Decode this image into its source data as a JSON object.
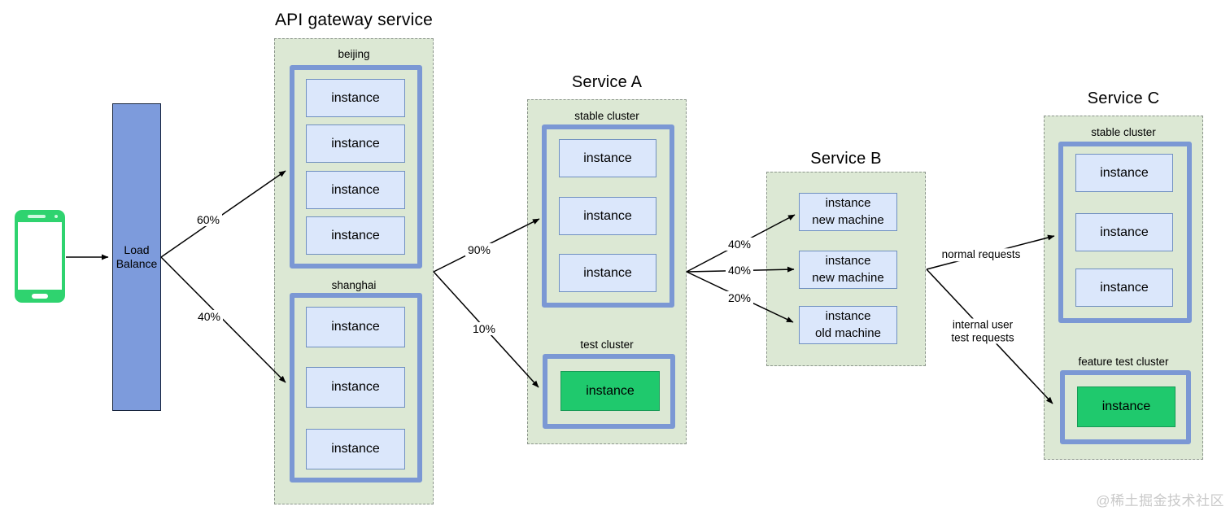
{
  "client": {
    "icon": "mobile-phone-icon"
  },
  "load_balancer": {
    "label": "Load Balance"
  },
  "api_gateway": {
    "title": "API gateway service",
    "clusters": [
      {
        "label": "beijing",
        "instances": [
          "instance",
          "instance",
          "instance",
          "instance"
        ]
      },
      {
        "label": "shanghai",
        "instances": [
          "instance",
          "instance",
          "instance"
        ]
      }
    ]
  },
  "service_a": {
    "title": "Service A",
    "stable_cluster": {
      "label": "stable cluster",
      "instances": [
        "instance",
        "instance",
        "instance"
      ]
    },
    "test_cluster": {
      "label": "test cluster",
      "instances": [
        "instance"
      ]
    }
  },
  "service_b": {
    "title": "Service B",
    "instances": [
      {
        "line1": "instance",
        "line2": "new machine"
      },
      {
        "line1": "instance",
        "line2": "new machine"
      },
      {
        "line1": "instance",
        "line2": "old machine"
      }
    ]
  },
  "service_c": {
    "title": "Service C",
    "stable_cluster": {
      "label": "stable cluster",
      "instances": [
        "instance",
        "instance",
        "instance"
      ]
    },
    "feature_test_cluster": {
      "label": "feature test cluster",
      "instances": [
        "instance"
      ]
    }
  },
  "edge_labels": {
    "lb_to_beijing": "60%",
    "lb_to_shanghai": "40%",
    "gateway_to_stable": "90%",
    "gateway_to_test": "10%",
    "a_to_b_new1": "40%",
    "a_to_b_new2": "40%",
    "a_to_b_old": "20%",
    "b_to_c_normal": "normal requests",
    "b_to_c_test_line1": "internal user",
    "b_to_c_test_line2": "test requests"
  },
  "watermark": "@稀土掘金技术社区",
  "colors": {
    "container_fill": "#dce8d4",
    "cluster_border": "#7b98d4",
    "instance_fill": "#dbe7fb",
    "instance_border": "#7090c0",
    "test_instance_fill": "#1fc96d",
    "load_balancer_fill": "#7d9bdc",
    "phone_green": "#2fd36f",
    "arrow_color": "#000000",
    "watermark_color": "#c9c9c9"
  }
}
